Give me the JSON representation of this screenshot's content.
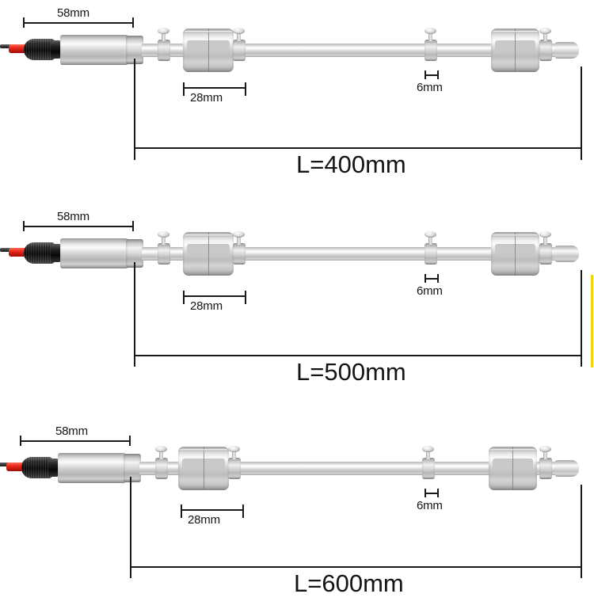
{
  "diagram": {
    "type": "product-dimension-drawing",
    "subject": "stainless steel dual-float liquid level sensor",
    "background_color": "#ffffff",
    "line_color": "#1a1a1a",
    "accent_colors": {
      "wire_red": "#e8271a",
      "gland_black": "#141414",
      "steel_light": "#efefef",
      "steel_mid": "#c0c0c0",
      "edge_yellow": "#f5d400"
    }
  },
  "panels": [
    {
      "id": "panel-400",
      "length_label": "L=400mm",
      "head_label": "58mm",
      "float_label": "28mm",
      "collar_label": "6mm"
    },
    {
      "id": "panel-500",
      "length_label": "L=500mm",
      "head_label": "58mm",
      "float_label": "28mm",
      "collar_label": "6mm"
    },
    {
      "id": "panel-600",
      "length_label": "L=600mm",
      "head_label": "58mm",
      "float_label": "28mm",
      "collar_label": "6mm"
    }
  ]
}
